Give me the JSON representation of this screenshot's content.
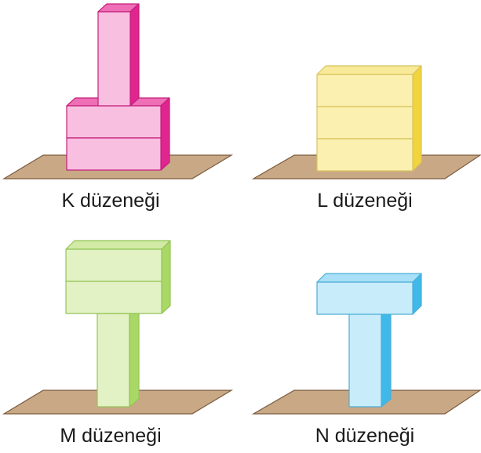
{
  "panels": [
    {
      "id": "K",
      "label": "K düzeneği",
      "color_face": "#f9bfe0",
      "color_top": "#ee6fb6",
      "color_side": "#e0258f",
      "color_stroke": "#c41f7d"
    },
    {
      "id": "L",
      "label": "L düzeneği",
      "color_face": "#fbf0b0",
      "color_top": "#f9ea9a",
      "color_side": "#f2d43e",
      "color_stroke": "#d8c35a"
    },
    {
      "id": "M",
      "label": "M düzeneği",
      "color_face": "#e3f2c4",
      "color_top": "#d2eaa6",
      "color_side": "#a9d866",
      "color_stroke": "#93c456"
    },
    {
      "id": "N",
      "label": "N düzeneği",
      "color_face": "#c8ecfa",
      "color_top": "#a9e0f7",
      "color_side": "#3fb8ea",
      "color_stroke": "#4aaed8"
    }
  ],
  "ground_color": "#c9a886",
  "ground_edge_color": "#7a5a3e"
}
